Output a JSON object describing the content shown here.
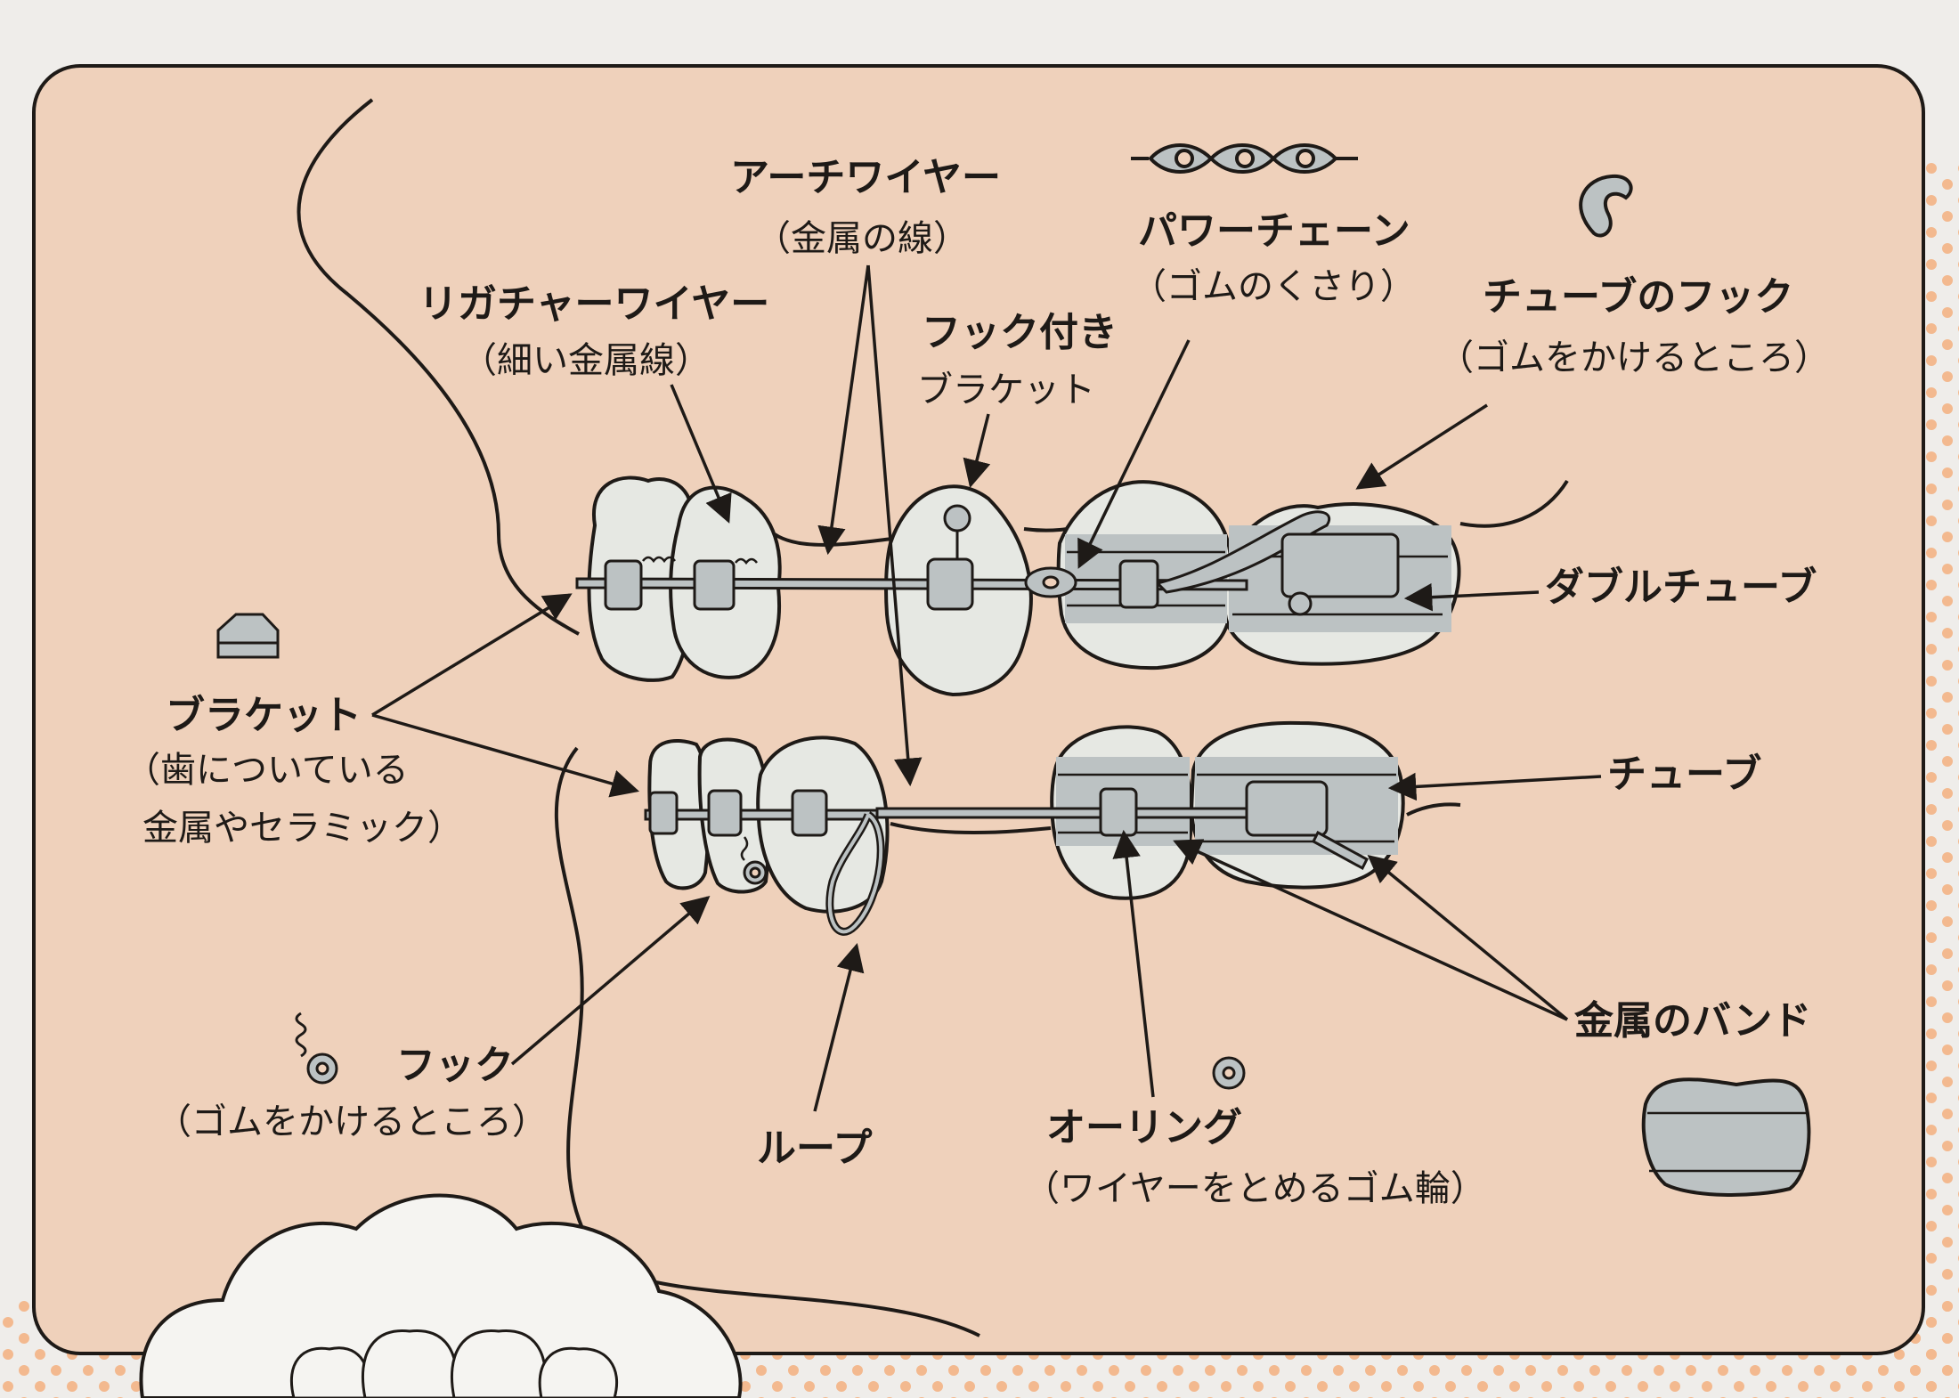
{
  "colors": {
    "card": "#efd1bb",
    "ink": "#1e1a17",
    "metal": "#bcc2c3",
    "tooth": "#e6e8e3",
    "dots": "#f3b98f"
  },
  "labels": {
    "arch_wire": "アーチワイヤー",
    "arch_wire_sub": "（金属の線）",
    "ligature_wire": "リガチャーワイヤー",
    "ligature_wire_sub": "（細い金属線）",
    "hook_bracket_1": "フック付き",
    "hook_bracket_2": "ブラケット",
    "power_chain": "パワーチェーン",
    "power_chain_sub": "（ゴムのくさり）",
    "tube_hook": "チューブのフック",
    "tube_hook_sub": "（ゴムをかけるところ）",
    "double_tube": "ダブルチューブ",
    "bracket": "ブラケット",
    "bracket_sub_1": "（歯についている",
    "bracket_sub_2": "金属やセラミック）",
    "tube": "チューブ",
    "hook": "フック",
    "hook_sub": "（ゴムをかけるところ）",
    "loop": "ループ",
    "o_ring": "オーリング",
    "o_ring_sub": "（ワイヤーをとめるゴム輪）",
    "metal_band": "金属のバンド"
  }
}
